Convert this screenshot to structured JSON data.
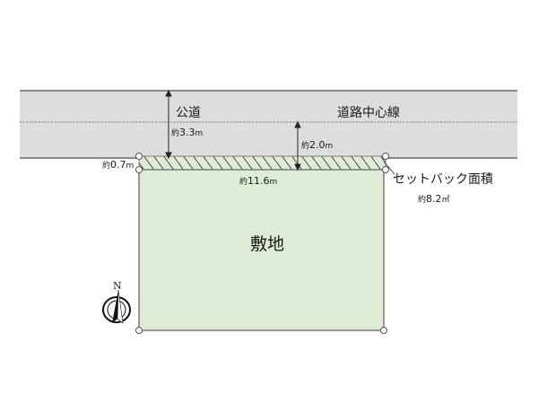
{
  "road": {
    "label": "公道",
    "width_prefix": "約",
    "width_value": "3.3",
    "width_unit": "m",
    "centerline_label": "道路中心線"
  },
  "setback": {
    "to_centerline_prefix": "約",
    "to_centerline_value": "2.0",
    "to_centerline_unit": "m",
    "depth_prefix": "約",
    "depth_value": "0.7",
    "depth_unit": "m",
    "frontage_prefix": "約",
    "frontage_value": "11.6",
    "frontage_unit": "m",
    "area_label": "セットバック面積",
    "area_prefix": "約",
    "area_value": "8.2",
    "area_unit": "㎡"
  },
  "site": {
    "label": "敷地"
  },
  "compass": {
    "north_label": "N"
  },
  "colors": {
    "road_fill": "#dcdddd",
    "road_edge": "#888888",
    "site_fill": "#deecd6",
    "site_edge": "#7a7a7a",
    "hatch": "#333333"
  }
}
